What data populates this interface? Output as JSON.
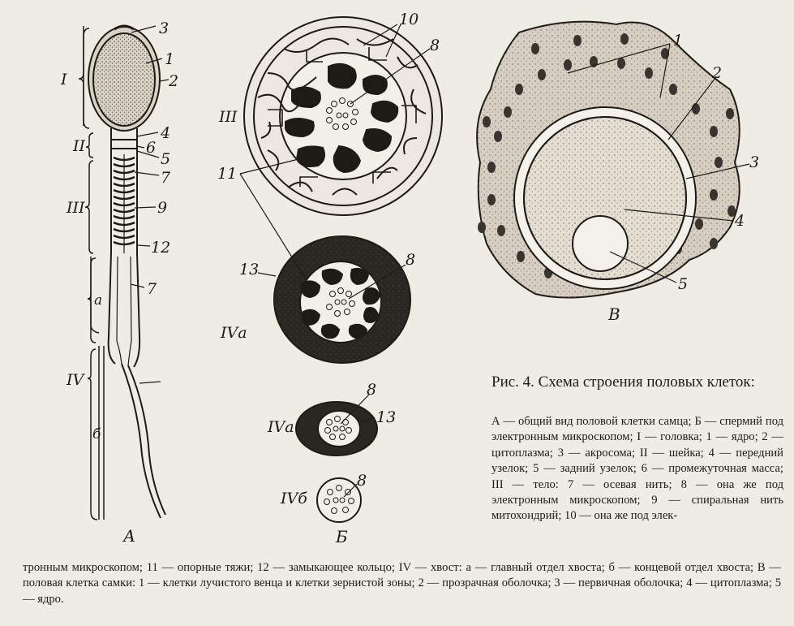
{
  "figure": {
    "panel_a": {
      "letter": "А",
      "parts": [
        "I",
        "II",
        "III",
        "IV"
      ],
      "tail_parts": [
        "а",
        "б"
      ],
      "numbers": [
        "3",
        "1",
        "2",
        "4",
        "6",
        "5",
        "7",
        "9",
        "12",
        "7"
      ]
    },
    "panel_b": {
      "letter": "Б",
      "sections": [
        "III",
        "IVа",
        "IVа",
        "IVб"
      ],
      "numbers": [
        "10",
        "8",
        "11",
        "13",
        "8",
        "8",
        "13",
        "8"
      ]
    },
    "panel_c": {
      "letter": "В",
      "numbers": [
        "1",
        "2",
        "3",
        "4",
        "5"
      ]
    }
  },
  "caption": {
    "title": "Рис. 4. Схема строения половых клеток:",
    "body": "А — общий вид половой клетки самца; Б — спермий под электронным микроскопом; I — головка; 1 — ядро; 2 — цитоплазма; 3 — акросома; II — шейка; 4 — передний узелок; 5 — задний узелок; 6 — промежуточная масса; III — тело: 7 — осевая нить; 8 — она же под электронным микроскопом; 9 — спиральная нить митохондрий; 10 — она же под элек-",
    "continuation": "тронным микроскопом; 11 — опорные тяжи; 12 — замыкающее кольцо; IV — хвост: а — главный отдел хвоста; б — концевой отдел хвоста; В — половая клетка самки: 1 — клетки лучистого венца и клетки зернистой зоны; 2 — прозрачная оболочка; 3 — первичная оболочка; 4 — цитоплазма; 5 — ядро."
  }
}
